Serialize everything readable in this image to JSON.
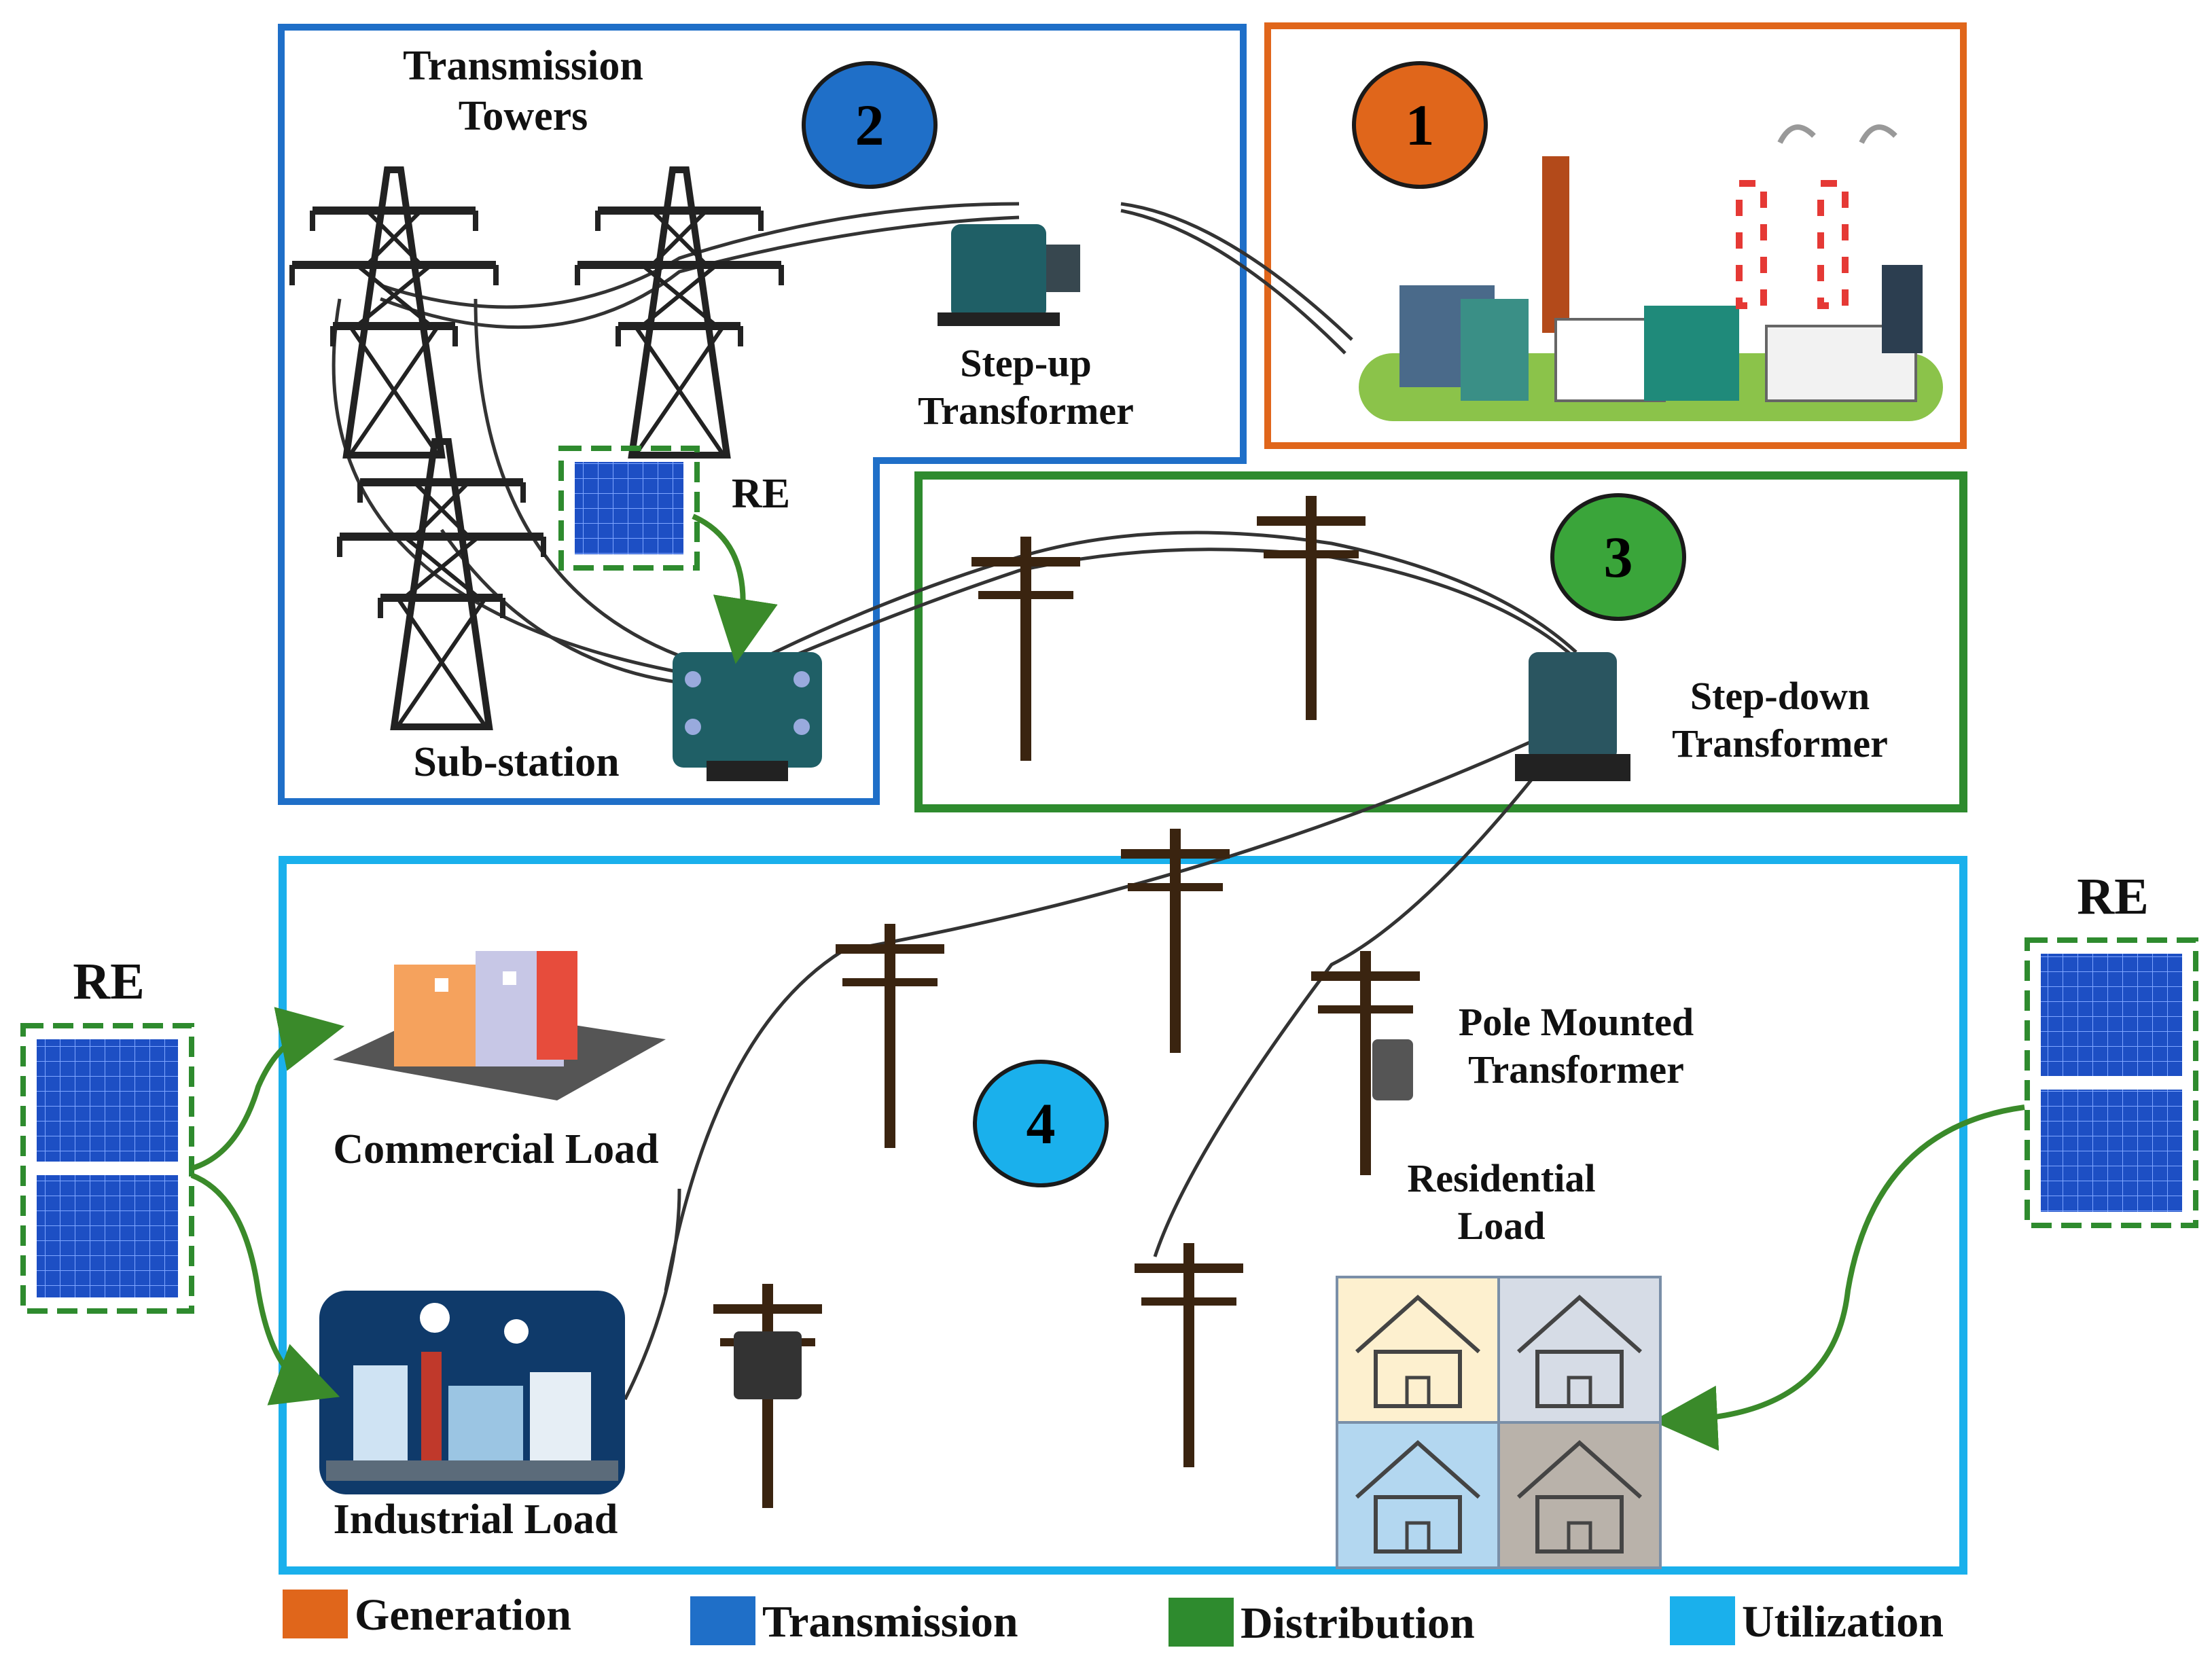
{
  "colors": {
    "generation": "#e0661b",
    "transmission": "#1f6fc8",
    "distribution": "#2e8b2e",
    "utilization": "#1ab0ec",
    "re_arrow": "#3a8a2a"
  },
  "badges": {
    "generation": "1",
    "transmission": "2",
    "distribution": "3",
    "utilization": "4"
  },
  "labels": {
    "transmission_towers": "Transmission\nTowers",
    "step_up": "Step-up\nTransformer",
    "re_top": "RE",
    "substation": "Sub-station",
    "step_down": "Step-down\nTransformer",
    "re_left": "RE",
    "re_right": "RE",
    "commercial": "Commercial Load",
    "industrial": "Industrial Load",
    "pole_mounted": "Pole Mounted\nTransformer",
    "residential": "Residential\nLoad"
  },
  "legend": [
    {
      "label": "Generation",
      "color": "#e0661b"
    },
    {
      "label": "Transmission",
      "color": "#1f6fc8"
    },
    {
      "label": "Distribution",
      "color": "#2e8b2e"
    },
    {
      "label": "Utilization",
      "color": "#1ab0ec"
    }
  ],
  "icons": {
    "power_plant": "factory-icon",
    "tower": "transmission-tower-icon",
    "transformer": "transformer-icon",
    "solar": "solar-panel-icon",
    "pole": "utility-pole-icon",
    "house": "house-icon",
    "commercial": "commercial-building-icon",
    "industrial": "industrial-plant-icon"
  }
}
